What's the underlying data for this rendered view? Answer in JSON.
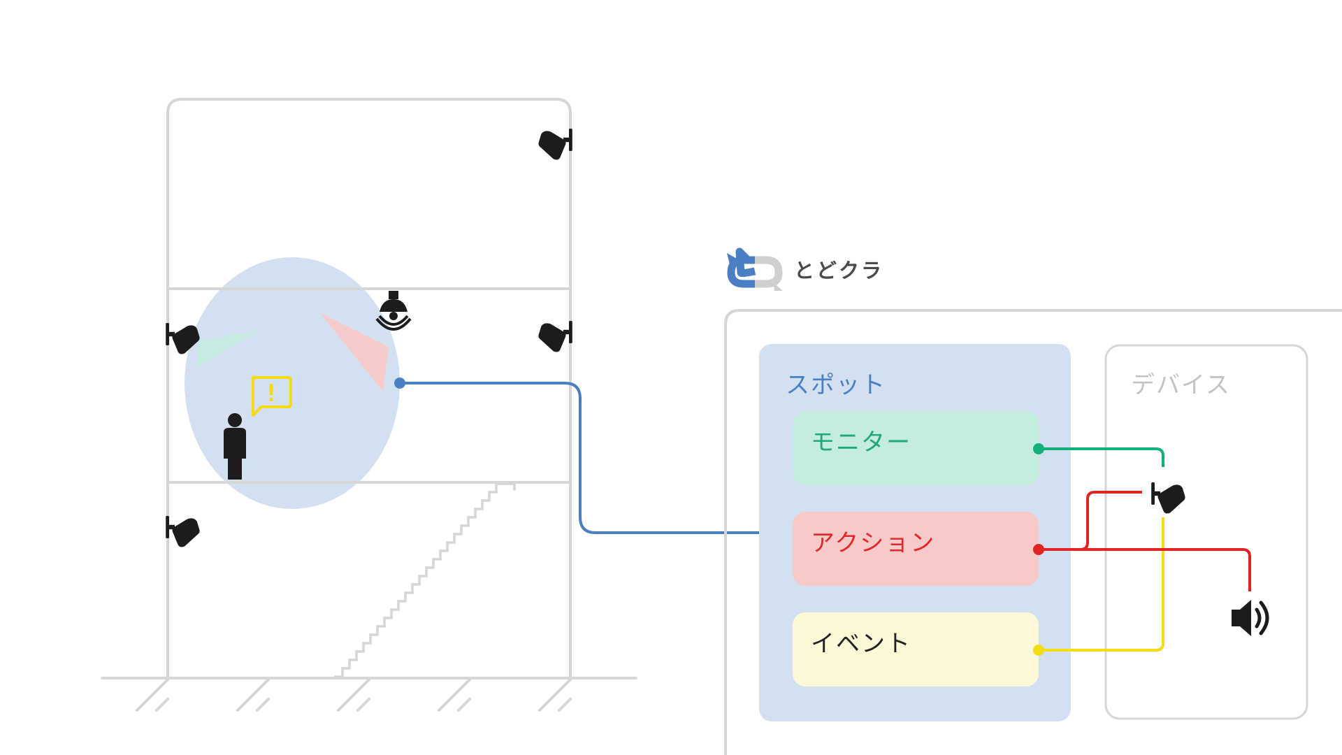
{
  "brand": {
    "name": "とどクラ",
    "logo_colors": {
      "blue": "#4a7fc1",
      "gray": "#cfcfcf"
    }
  },
  "panel": {
    "spot_title": "スポット",
    "device_title": "デバイス",
    "items": [
      {
        "id": "monitor",
        "label": "モニター"
      },
      {
        "id": "action",
        "label": "アクション"
      },
      {
        "id": "event",
        "label": "イベント"
      }
    ]
  },
  "icons": {
    "camera": "security-camera-icon",
    "dome_camera": "dome-camera-icon",
    "person": "person-icon",
    "alert": "alert-speech-bubble-icon",
    "speaker": "speaker-icon"
  },
  "colors": {
    "structure": "#d6d6d6",
    "spot_fill": "#d3e0f0",
    "spot_line": "#4a7fc1",
    "monitor_fill": "#c4ecdf",
    "monitor_text": "#1fa878",
    "monitor_line": "#13b07a",
    "action_fill": "#f8c9c9",
    "action_text": "#e0282a",
    "action_line": "#e02424",
    "event_fill": "#fdf9d8",
    "event_text": "#222222",
    "event_line": "#f3dd12",
    "device_title": "#c3c3c3",
    "icon": "#1c1c1c",
    "alert": "#f3dd12"
  }
}
